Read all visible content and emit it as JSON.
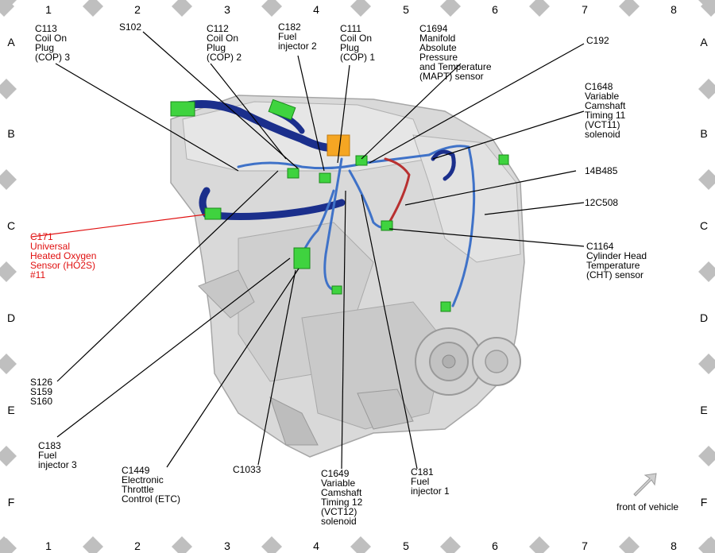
{
  "grid": {
    "columns": [
      "1",
      "2",
      "3",
      "4",
      "5",
      "6",
      "7",
      "8"
    ],
    "rows": [
      "A",
      "B",
      "C",
      "D",
      "E",
      "F"
    ]
  },
  "labels": {
    "c113": [
      "C113",
      "Coil On",
      "Plug",
      "(COP) 3"
    ],
    "s102": [
      "S102"
    ],
    "c112": [
      "C112",
      "Coil On",
      "Plug",
      "(COP) 2"
    ],
    "c182": [
      "C182",
      "Fuel",
      "injector 2"
    ],
    "c111": [
      "C111",
      "Coil On",
      "Plug",
      "(COP) 1"
    ],
    "c1694": [
      "C1694",
      "Manifold",
      "Absolute",
      "Pressure",
      "and Temperature",
      "(MAPT) sensor"
    ],
    "c192": [
      "C192"
    ],
    "c1648": [
      "C1648",
      "Variable",
      "Camshaft",
      "Timing 11",
      "(VCT11)",
      "solenoid"
    ],
    "h14b485": [
      "14B485"
    ],
    "h12c508": [
      "12C508"
    ],
    "c1164": [
      "C1164",
      "Cylinder Head",
      "Temperature",
      "(CHT) sensor"
    ],
    "c171": [
      "C171",
      "Universal",
      "Heated Oxygen",
      "Sensor (HO2S)",
      "#11"
    ],
    "s126": [
      "S126",
      "S159",
      "S160"
    ],
    "c183": [
      "C183",
      "Fuel",
      "injector 3"
    ],
    "c1449": [
      "C1449",
      "Electronic",
      "Throttle",
      "Control (ETC)"
    ],
    "c1033": [
      "C1033"
    ],
    "c1649": [
      "C1649",
      "Variable",
      "Camshaft",
      "Timing 12",
      "(VCT12)",
      "solenoid"
    ],
    "c181": [
      "C181",
      "Fuel",
      "injector 1"
    ]
  },
  "front_of_vehicle": "front of vehicle",
  "colors": {
    "harness_dark": "#1b2f8c",
    "harness_light": "#3f72c8",
    "connector": "#3fd33f",
    "highlight": "#f5a623",
    "red_callout": "#e01010",
    "engine": "#cfcfcf"
  }
}
